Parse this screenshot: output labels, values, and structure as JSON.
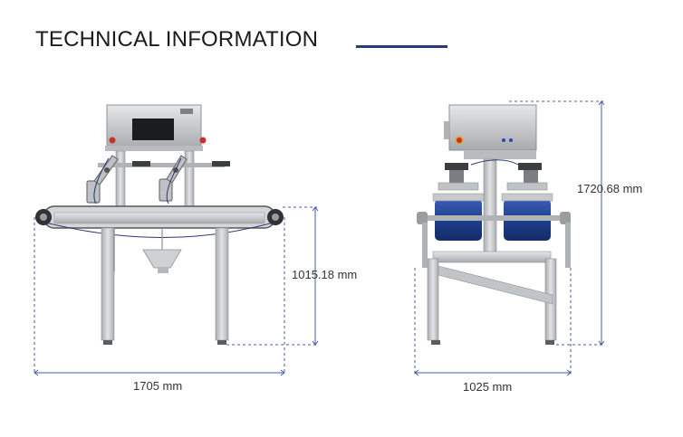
{
  "header": {
    "title": "TECHNICAL INFORMATION"
  },
  "front_view": {
    "width_label": "1705 mm",
    "height_label": "1015.18 mm"
  },
  "side_view": {
    "width_label": "1025 mm",
    "height_label": "1720.68 mm"
  },
  "colors": {
    "title_rule": "#2b3a70",
    "dimension_line": "#4a5ba8",
    "steel": "#c8cacc",
    "steel_dark": "#8e9194",
    "roller_blue": "#1f3f8f",
    "emergency_red": "#c8302a",
    "screen": "#1a1c1f"
  }
}
